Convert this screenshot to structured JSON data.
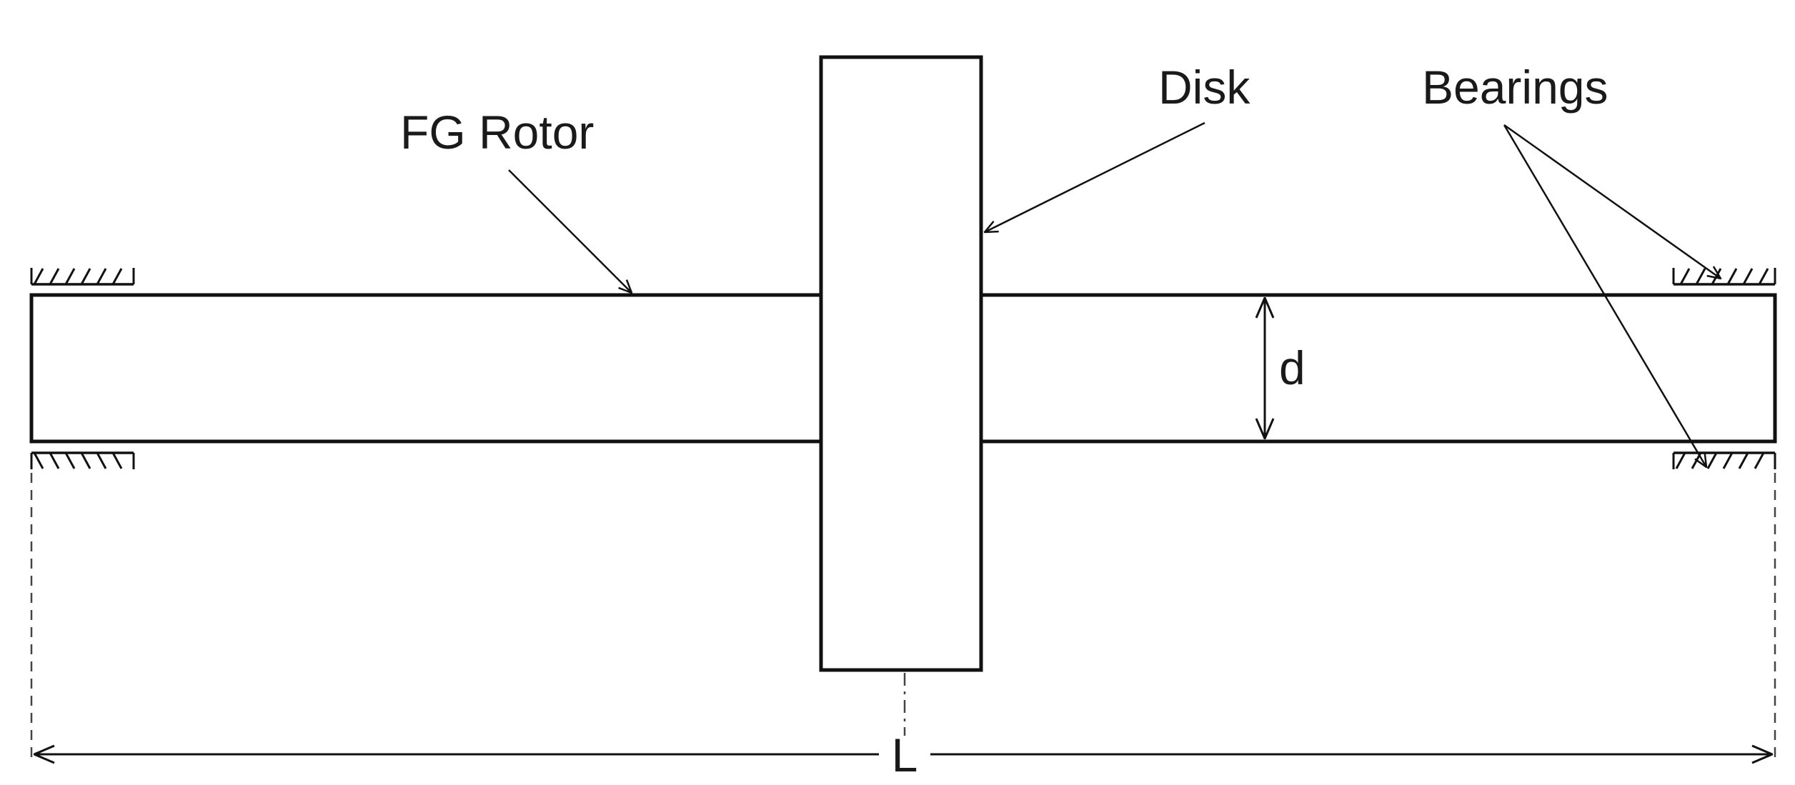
{
  "labels": {
    "rotor": "FG Rotor",
    "disk": "Disk",
    "bearings": "Bearings",
    "diameter": "d",
    "length": "L"
  }
}
